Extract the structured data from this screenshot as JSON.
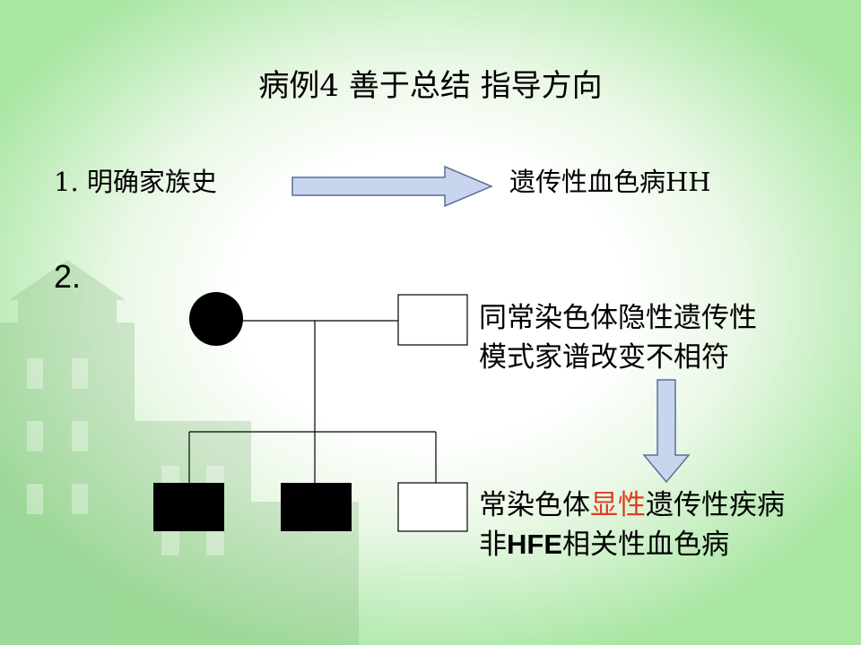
{
  "slide": {
    "title": "病例4  善于总结  指导方向",
    "item1_label": "1. 明确家族史",
    "item1_result": "遗传性血色病HH",
    "item2_label": "2.",
    "note_top_line1": "同常染色体隐性遗传性",
    "note_top_line2": "模式家谱改变不相符",
    "note_bottom_line1_a": "常染色体",
    "note_bottom_line1_highlight": "显性",
    "note_bottom_line1_b": "遗传性疾病",
    "note_bottom_line2_a": "非",
    "note_bottom_line2_bold": "HFE",
    "note_bottom_line2_b": "相关性血色病"
  },
  "colors": {
    "highlight": "#e03c1e",
    "arrow_fill": "#c8d5ee",
    "arrow_stroke": "#5b6f95",
    "affected": "#000000",
    "unaffected": "#ffffff"
  },
  "pedigree": {
    "parents": [
      {
        "sex": "female",
        "affected": true
      },
      {
        "sex": "male",
        "affected": false
      }
    ],
    "children": [
      {
        "sex": "male",
        "affected": true
      },
      {
        "sex": "male",
        "affected": true
      },
      {
        "sex": "male",
        "affected": false
      }
    ]
  }
}
